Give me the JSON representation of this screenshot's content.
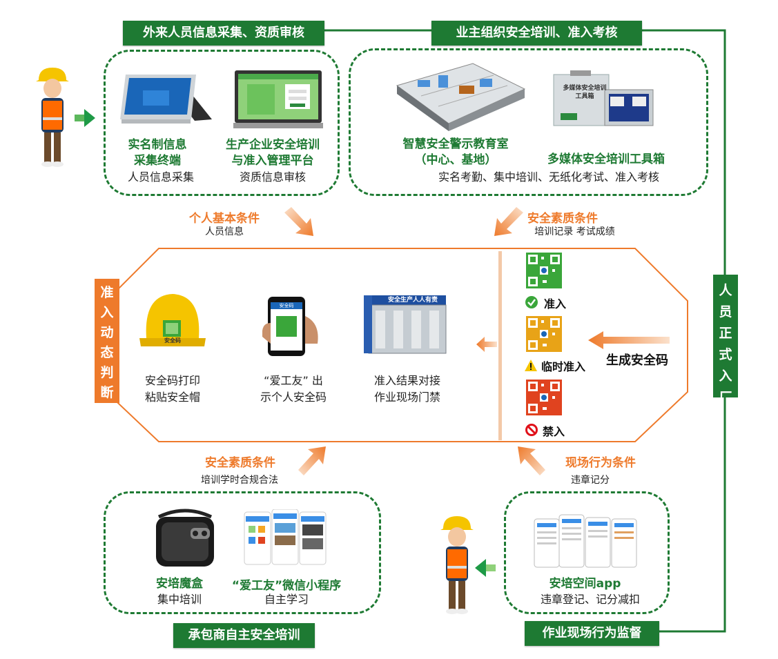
{
  "top_left_label": "外来人员信息采集、资质审核",
  "top_right_label": "业主组织安全培训、准入考核",
  "right_label": "人员正式入厂",
  "bottom_left_label": "承包商自主安全培训",
  "bottom_right_label": "作业现场行为监督",
  "top_left_box": {
    "item1_title": "实名制信息\n采集终端",
    "item1_caption": "人员信息采集",
    "item2_title": "生产企业安全培训\n与准入管理平台",
    "item2_caption": "资质信息审核"
  },
  "top_right_box": {
    "item1_title": "智慧安全警示教育室\n（中心、基地）",
    "item2_title": "多媒体安全培训工具箱",
    "caption": "实名考勤、集中培训、无纸化考试、准入考核",
    "toolbox_text": "多媒体安全培训\n工具箱"
  },
  "arrows": {
    "top_left_title": "个人基本条件",
    "top_left_sub": "人员信息",
    "top_right_title": "安全素质条件",
    "top_right_sub": "培训记录  考试成绩",
    "bottom_left_title": "安全素质条件",
    "bottom_left_sub": "培训学时合规合法",
    "bottom_right_title": "现场行为条件",
    "bottom_right_sub": "违章记分",
    "generate_label": "生成安全码"
  },
  "center": {
    "side_label": "准\n入\n动\n态\n判\n断",
    "item1_caption": "安全码打印\n粘贴安全帽",
    "item2_caption": "“爱工友” 出\n示个人安全码",
    "item3_caption": "准入结果对接\n作业现场门禁",
    "helmet_sticker": "安全码",
    "phone_header": "安全码",
    "gate_sign": "安全生产人人有责",
    "status_green": "准入",
    "status_yellow": "临时准入",
    "status_red": "禁入"
  },
  "bottom_left_box": {
    "item1_title": "安培魔盒",
    "item1_caption": "集中培训",
    "item2_title": "“爱工友”微信小程序",
    "item2_caption": "自主学习"
  },
  "bottom_right_box": {
    "title": "安培空间app",
    "caption": "违章登记、记分减扣"
  },
  "colors": {
    "green": "#1e7a33",
    "orange": "#ee7a2b",
    "qr_green": "#3aa63a",
    "qr_yellow": "#e8a317",
    "qr_red": "#e0431f"
  }
}
